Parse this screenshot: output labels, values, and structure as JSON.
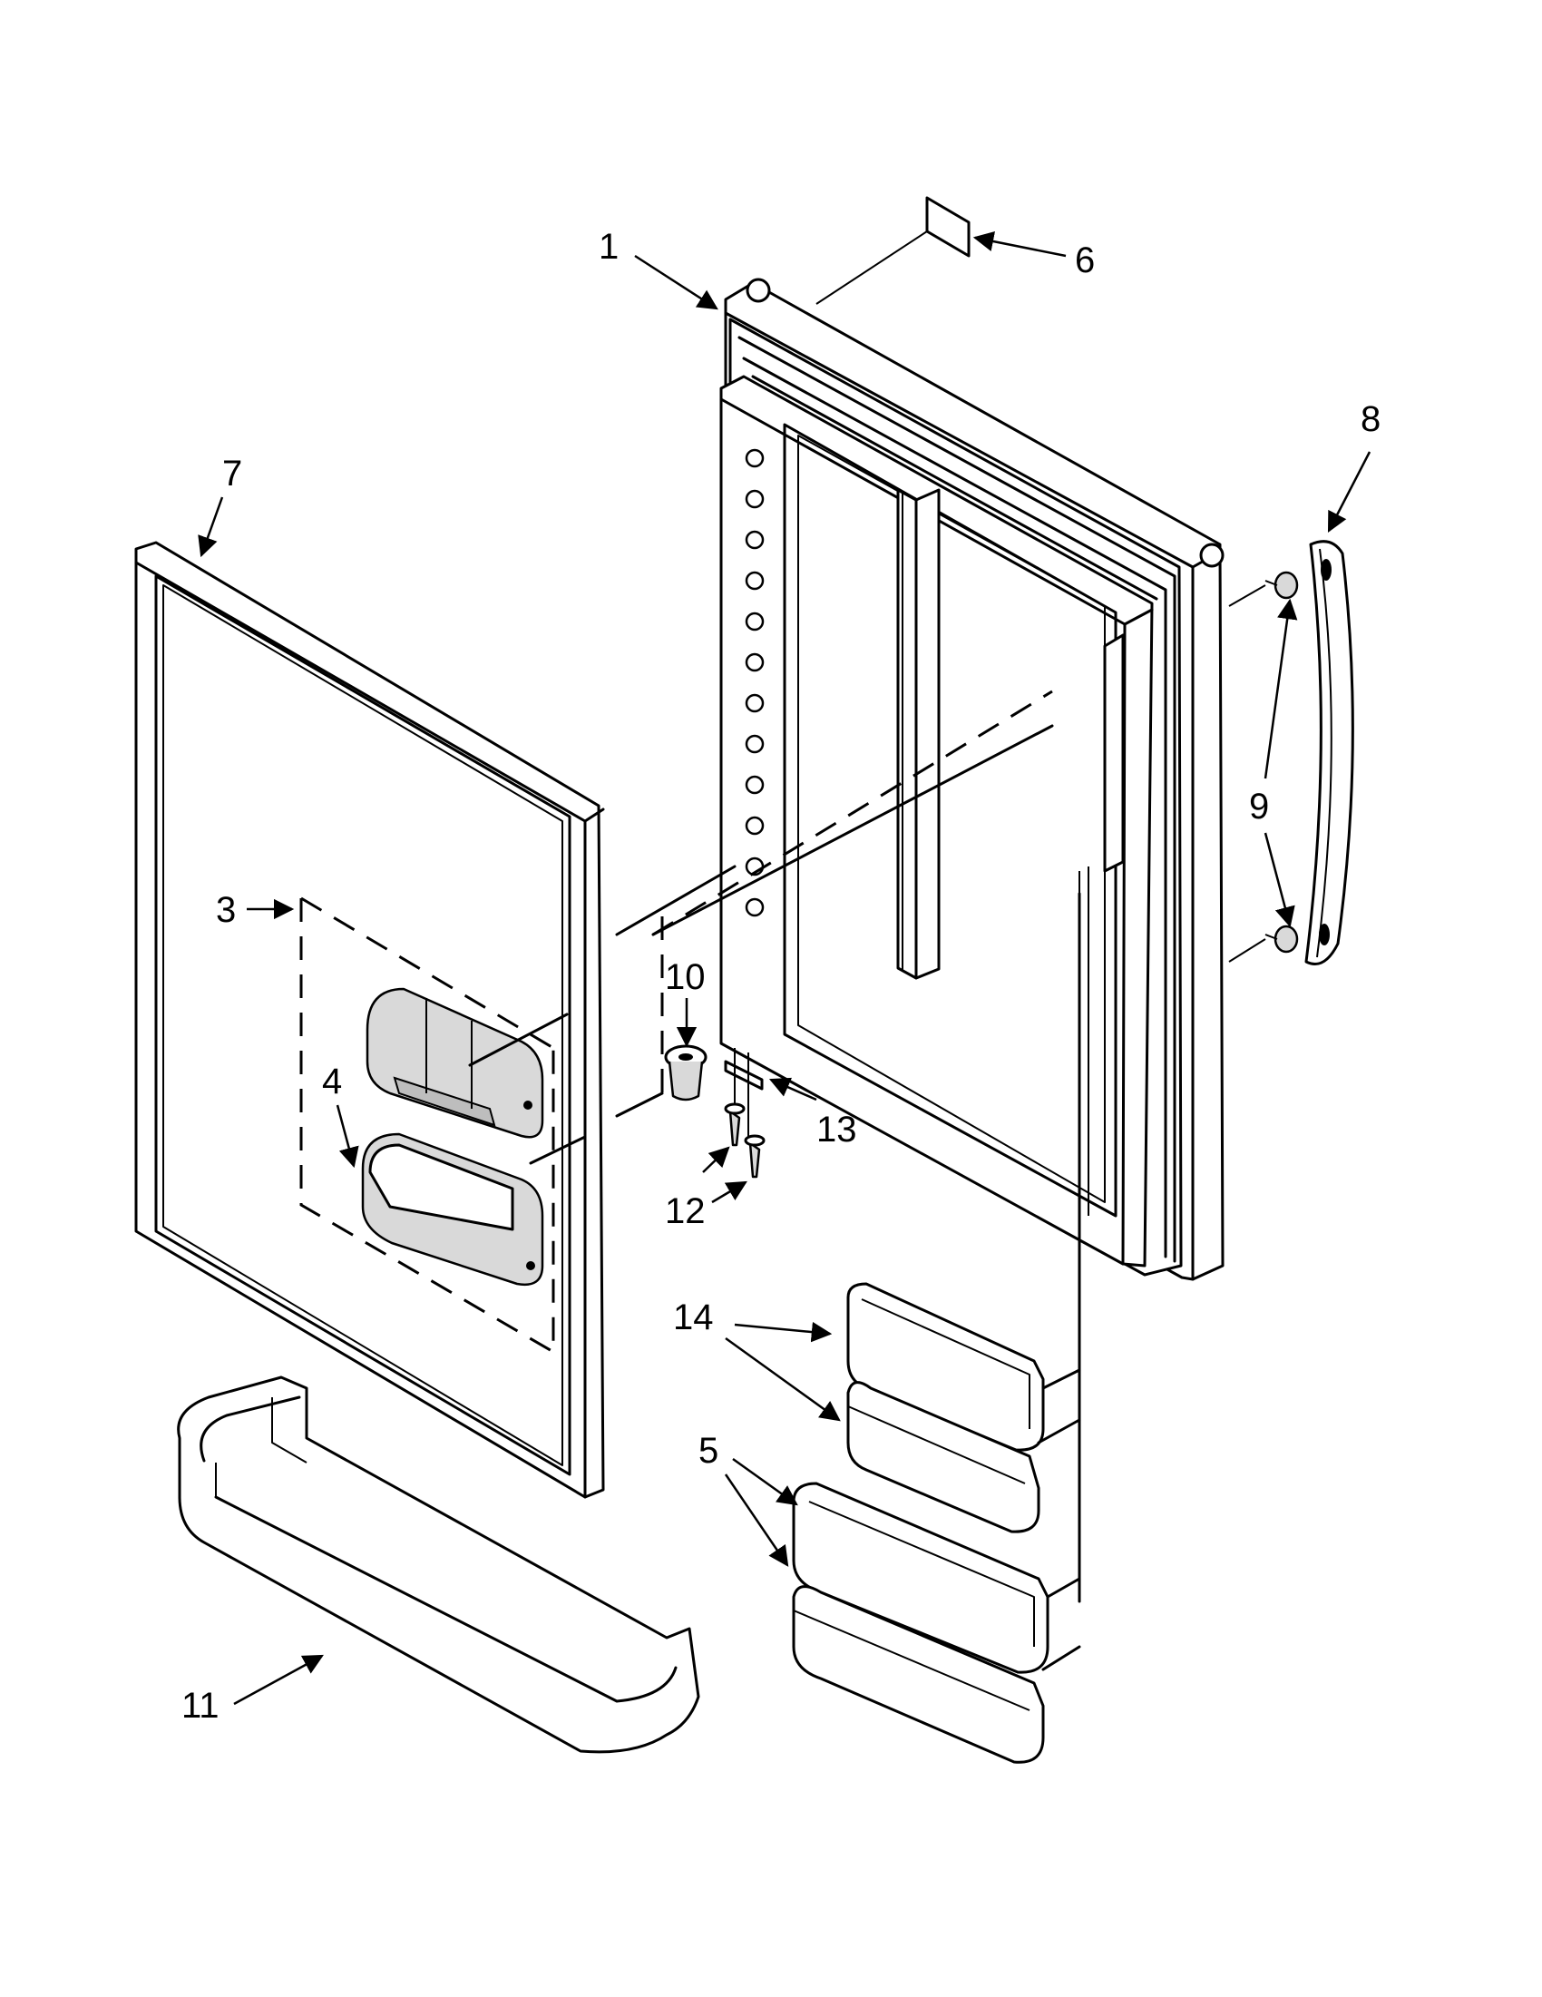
{
  "callouts": {
    "c1": "1",
    "c3": "3",
    "c4": "4",
    "c5": "5",
    "c6": "6",
    "c7": "7",
    "c8": "8",
    "c9": "9",
    "c10": "10",
    "c11": "11",
    "c12": "12",
    "c13": "13",
    "c14": "14"
  }
}
